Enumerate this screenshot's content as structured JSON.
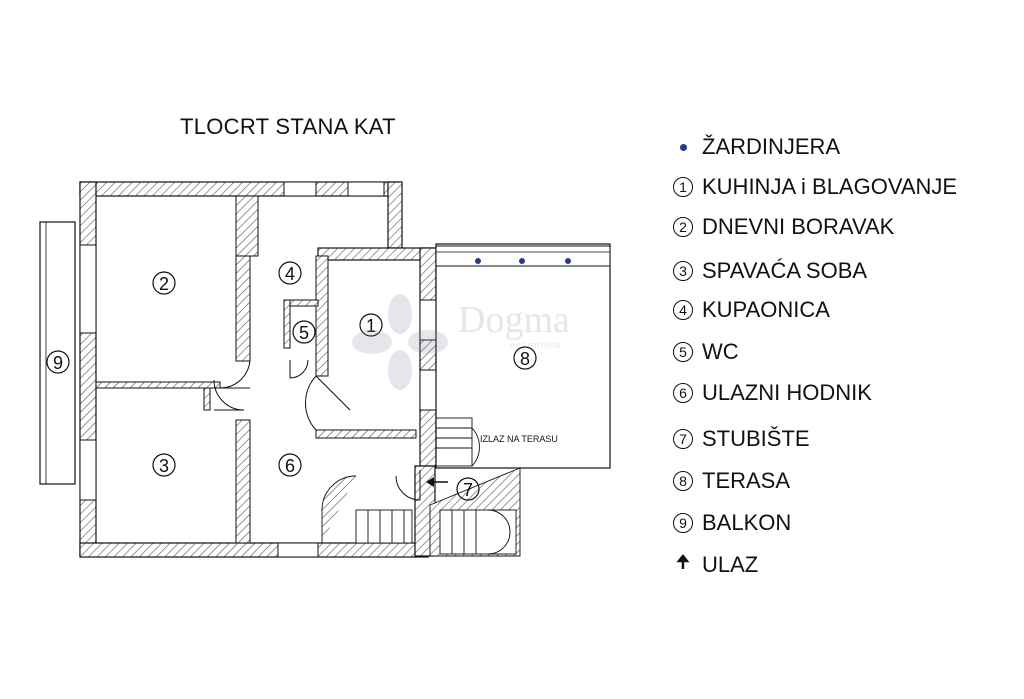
{
  "title": "TLOCRT STANA KAT",
  "plan_labels": {
    "room1": "1",
    "room2": "2",
    "room3": "3",
    "room4": "4",
    "room5": "5",
    "room6": "6",
    "room7": "7",
    "room8": "8",
    "room9": "9",
    "exit_terrace": "IZLAZ NA TERASU"
  },
  "legend": [
    {
      "marker": "dot",
      "label": "ŽARDINJERA"
    },
    {
      "marker": "1",
      "label": "KUHINJA i BLAGOVANJE"
    },
    {
      "marker": "2",
      "label": "DNEVNI BORAVAK"
    },
    {
      "marker": "3",
      "label": "SPAVAĆA SOBA"
    },
    {
      "marker": "4",
      "label": "KUPAONICA"
    },
    {
      "marker": "5",
      "label": "WC"
    },
    {
      "marker": "6",
      "label": "ULAZNI HODNIK"
    },
    {
      "marker": "7",
      "label": "STUBIŠTE"
    },
    {
      "marker": "8",
      "label": "TERASA"
    },
    {
      "marker": "9",
      "label": "BALKON"
    },
    {
      "marker": "arrow",
      "label": "ULAZ"
    }
  ],
  "watermark": {
    "name": "Dogma",
    "sub": "nekretnine"
  },
  "colors": {
    "planter_dot": "#2b3a8f",
    "line": "#111111"
  }
}
